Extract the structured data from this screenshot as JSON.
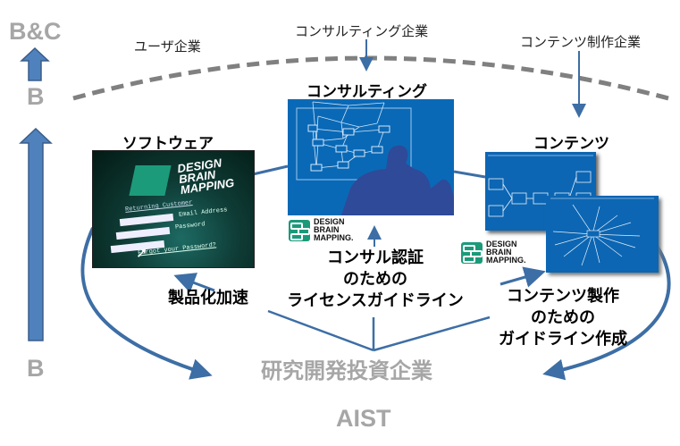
{
  "axis": {
    "top_label": "B&C",
    "mid_label": "B",
    "bottom_label": "B",
    "arrow_color": "#4f81bd"
  },
  "companies": {
    "user": "ユーザ企業",
    "consulting": "コンサルティング企業",
    "content_production": "コンテンツ制作企業"
  },
  "sections": {
    "software": {
      "title": "ソフトウェア",
      "screen": {
        "brand_lines": [
          "DESIGN",
          "BRAIN",
          "MAPPING"
        ],
        "returning": "Returning Customer",
        "email_label": "Email Address",
        "password_label": "Password",
        "forgot_link": "Forgot your Password?"
      }
    },
    "consulting": {
      "title": "コンサルティング"
    },
    "content": {
      "title": "コンテンツ"
    }
  },
  "logo": {
    "lines": [
      "DESIGN",
      "BRAIN",
      "MAPPING."
    ]
  },
  "labels": {
    "product_acceleration": "製品化加速",
    "consult_license": [
      "コンサル認証",
      "のための",
      "ライセンスガイドライン"
    ],
    "content_guideline": [
      "コンテンツ製作",
      "のための",
      "ガイドライン作成"
    ],
    "rnd_company": "研究開発投資企業",
    "aist": "AIST"
  },
  "colors": {
    "accent_blue": "#3d6ea5",
    "panel_blue": "#0a69b6",
    "silhouette": "#2e4a98",
    "gray_text": "#a6a6a6",
    "dash_gray": "#808080"
  }
}
